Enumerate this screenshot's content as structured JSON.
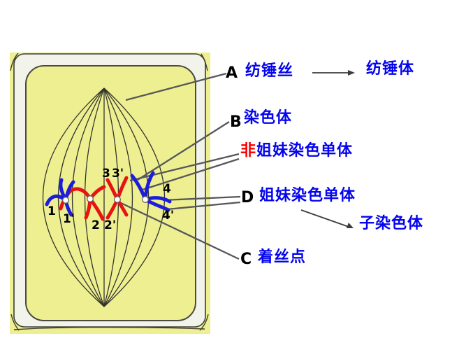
{
  "annotations": {
    "a": {
      "letter": "A",
      "term": "纺锤丝"
    },
    "spindle_body": "纺锤体",
    "b": {
      "letter": "B",
      "term": "染色体"
    },
    "non_sister": {
      "prefix": "非",
      "term": "姐妹染色单体"
    },
    "d": {
      "letter": "D",
      "term": "姐妹染色单体"
    },
    "daughter_chromosome": "子染色体",
    "c": {
      "letter": "C",
      "term": "着丝点"
    }
  },
  "cell": {
    "markers": [
      "1",
      "1'",
      "2",
      "2'",
      "3",
      "3'",
      "4",
      "4'"
    ]
  },
  "colors": {
    "cytoplasm_yellow": "#edef90",
    "cell_wall_pale": "#f2f4ec",
    "outline_dark": "#3c3c33",
    "spindle_fiber_dark": "#33332c",
    "chromosome_red": "#e81212",
    "chromosome_blue": "#1c1cdc",
    "term_blue": "#0404ee",
    "highlight_red": "#f40000",
    "marker_black": "#000000",
    "leader_gray": "#56575b",
    "arrow_black": "#3c3c3c"
  }
}
